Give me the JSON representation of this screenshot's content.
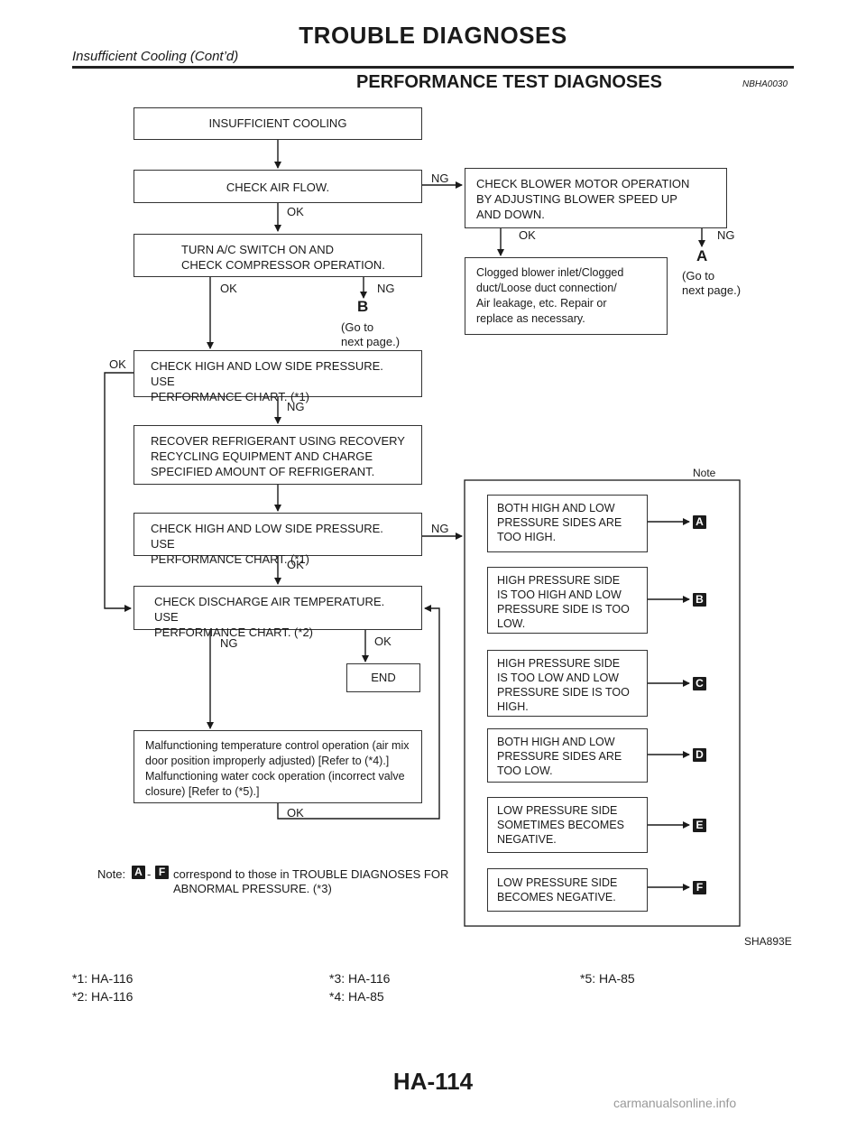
{
  "header": {
    "title": "TROUBLE DIAGNOSES",
    "subtitle": "Insufficient Cooling (Cont’d)"
  },
  "section": {
    "title": "PERFORMANCE TEST DIAGNOSES",
    "code": "NBHA0030"
  },
  "flow": {
    "boxes": {
      "insufficient_cooling": "INSUFFICIENT COOLING",
      "check_air_flow": "CHECK AIR FLOW.",
      "check_blower": "CHECK BLOWER MOTOR OPERATION\nBY ADJUSTING BLOWER SPEED UP\nAND DOWN.",
      "clogged": "Clogged blower inlet/Clogged\nduct/Loose duct connection/\nAir leakage, etc. Repair or\nreplace as necessary.",
      "turn_ac": "TURN A/C SWITCH ON AND\nCHECK COMPRESSOR OPERATION.",
      "check_pressure_1": "CHECK HIGH AND LOW SIDE PRESSURE. USE\nPERFORMANCE CHART. (*1)",
      "recover": "RECOVER REFRIGERANT USING RECOVERY\nRECYCLING EQUIPMENT AND CHARGE\nSPECIFIED AMOUNT OF REFRIGERANT.",
      "check_pressure_2": "CHECK HIGH AND LOW SIDE PRESSURE. USE\nPERFORMANCE CHART. (*1)",
      "check_discharge": "CHECK DISCHARGE AIR TEMPERATURE. USE\nPERFORMANCE CHART. (*2)",
      "end": "END",
      "malfunction": "Malfunctioning temperature control operation (air mix\ndoor position improperly adjusted) [Refer to (*4).]\nMalfunctioning water cock operation (incorrect valve\nclosure) [Refer to (*5).]"
    },
    "labels": {
      "ok": "OK",
      "ng": "NG",
      "go_to_next": "(Go to\nnext page.)"
    },
    "markers": {
      "a": "A",
      "b": "B",
      "c": "C",
      "d": "D",
      "e": "E",
      "f": "F"
    }
  },
  "notes": {
    "heading": "Note",
    "items": [
      "BOTH HIGH AND LOW\nPRESSURE SIDES ARE\nTOO HIGH.",
      "HIGH PRESSURE SIDE\nIS TOO HIGH AND LOW\nPRESSURE SIDE IS TOO\nLOW.",
      "HIGH PRESSURE SIDE\nIS TOO LOW AND LOW\nPRESSURE SIDE IS TOO\nHIGH.",
      "BOTH HIGH AND LOW\nPRESSURE SIDES ARE\nTOO LOW.",
      "LOW PRESSURE SIDE\nSOMETIMES BECOMES\nNEGATIVE.",
      "LOW PRESSURE SIDE\nBECOMES NEGATIVE."
    ],
    "bottom_prefix": "Note:",
    "bottom_dash": "-",
    "bottom_text": "correspond to those in TROUBLE DIAGNOSES FOR\nABNORMAL PRESSURE. (*3)"
  },
  "figure_code": "SHA893E",
  "references": {
    "r1": "*1: HA-116",
    "r2": "*2: HA-116",
    "r3": "*3: HA-116",
    "r4": "*4: HA-85",
    "r5": "*5: HA-85"
  },
  "page_number": "HA-114",
  "watermark": "carmanualsonline.info"
}
